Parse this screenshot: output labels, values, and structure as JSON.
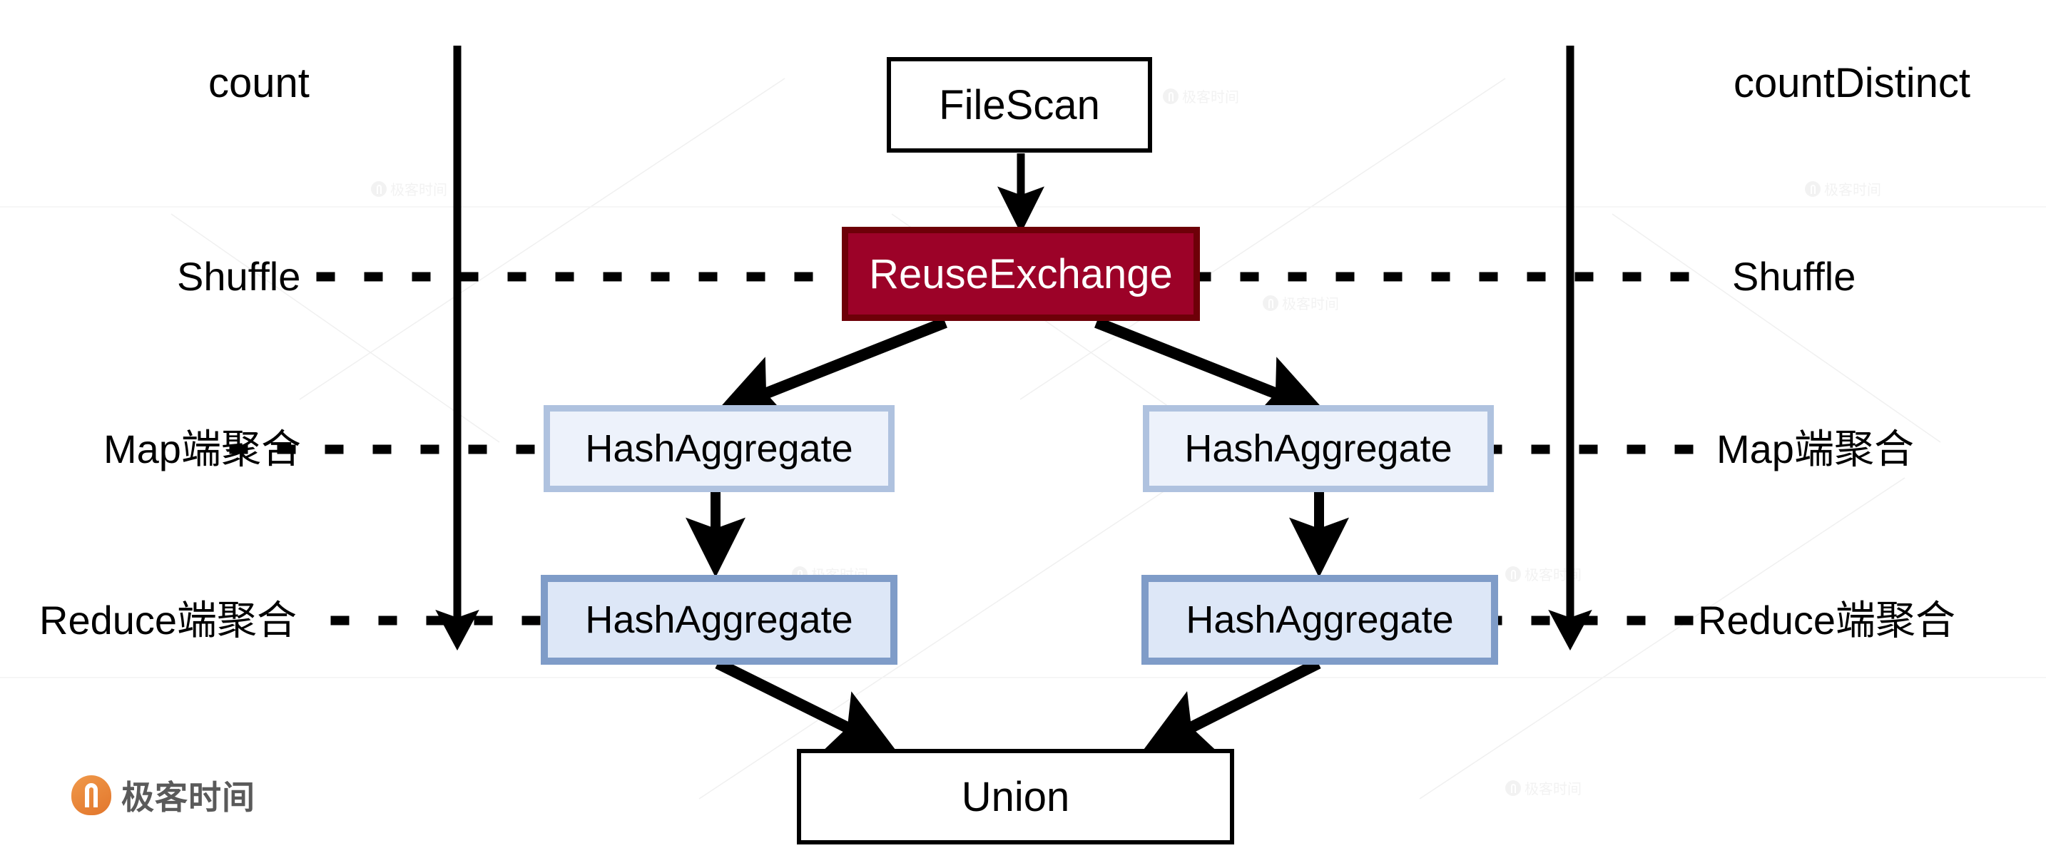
{
  "diagram": {
    "title": "Spark physical plan with ReuseExchange",
    "background": "#ffffff",
    "colors": {
      "highlight_fill": "#9C0228",
      "highlight_border": "#6E0008",
      "highlight_text": "#ffffff",
      "agg_top_fill": "#EDF2FB",
      "agg_top_border": "#AFC2DF",
      "agg_bottom_fill": "#DDE7F7",
      "agg_bottom_border": "#7F9CC8",
      "plain_fill": "#ffffff",
      "plain_border": "#000000",
      "arrow": "#000000",
      "logo_orange": "#E2762C",
      "logo_gray": "#5A5A5A"
    },
    "columns": {
      "left_label": "count",
      "right_label": "countDistinct"
    },
    "stages": [
      {
        "id": "shuffle",
        "left_label": "Shuffle",
        "right_label": "Shuffle"
      },
      {
        "id": "map-side-aggregation",
        "left_label": "Map端聚合",
        "right_label": "Map端聚合"
      },
      {
        "id": "reduce-side-aggregation",
        "left_label": "Reduce端聚合",
        "right_label": "Reduce端聚合"
      }
    ],
    "nodes": [
      {
        "id": "filescan",
        "label": "FileScan",
        "style": "plain"
      },
      {
        "id": "reuseexchange",
        "label": "ReuseExchange",
        "style": "highlight"
      },
      {
        "id": "hashagg-left-map",
        "label": "HashAggregate",
        "style": "agg-top"
      },
      {
        "id": "hashagg-right-map",
        "label": "HashAggregate",
        "style": "agg-top"
      },
      {
        "id": "hashagg-left-reduce",
        "label": "HashAggregate",
        "style": "agg-bottom"
      },
      {
        "id": "hashagg-right-reduce",
        "label": "HashAggregate",
        "style": "agg-bottom"
      },
      {
        "id": "union",
        "label": "Union",
        "style": "plain"
      }
    ],
    "watermark": {
      "brand": "极客时间",
      "tile_text": "极客时间"
    }
  }
}
